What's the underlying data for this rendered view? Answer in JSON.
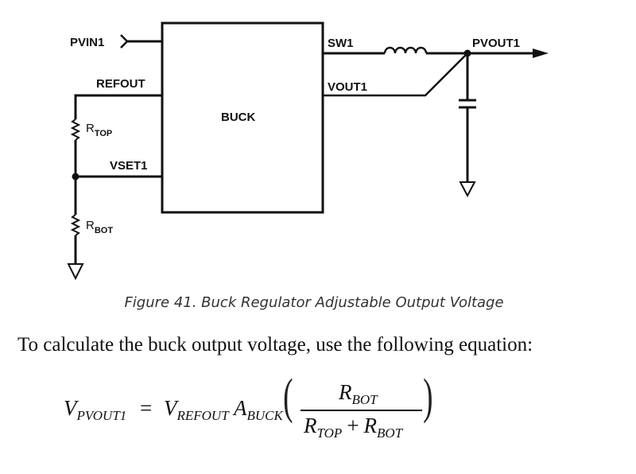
{
  "diagram": {
    "block_label": "BUCK",
    "pins": {
      "pvin": "PVIN1",
      "refout": "REFOUT",
      "vset": "VSET1",
      "sw": "SW1",
      "vout": "VOUT1",
      "pvout": "PVOUT1"
    },
    "resistors": [
      {
        "name": "R",
        "subscript": "TOP"
      },
      {
        "name": "R",
        "subscript": "BOT"
      }
    ]
  },
  "caption": "Figure 41. Buck Regulator Adjustable Output Voltage",
  "paragraph": "To calculate the buck output voltage, use the following equation:",
  "equation": {
    "lhs": {
      "v": "V",
      "sub": "PVOUT1"
    },
    "equals": "=",
    "vref": {
      "v": "V",
      "sub": "REFOUT"
    },
    "gain": {
      "v": "A",
      "sub": "BUCK"
    },
    "numerator": {
      "v": "R",
      "sub": "BOT"
    },
    "denominator": [
      {
        "v": "R",
        "sub": "TOP"
      },
      {
        "op": "+"
      },
      {
        "v": "R",
        "sub": "BOT"
      }
    ]
  }
}
